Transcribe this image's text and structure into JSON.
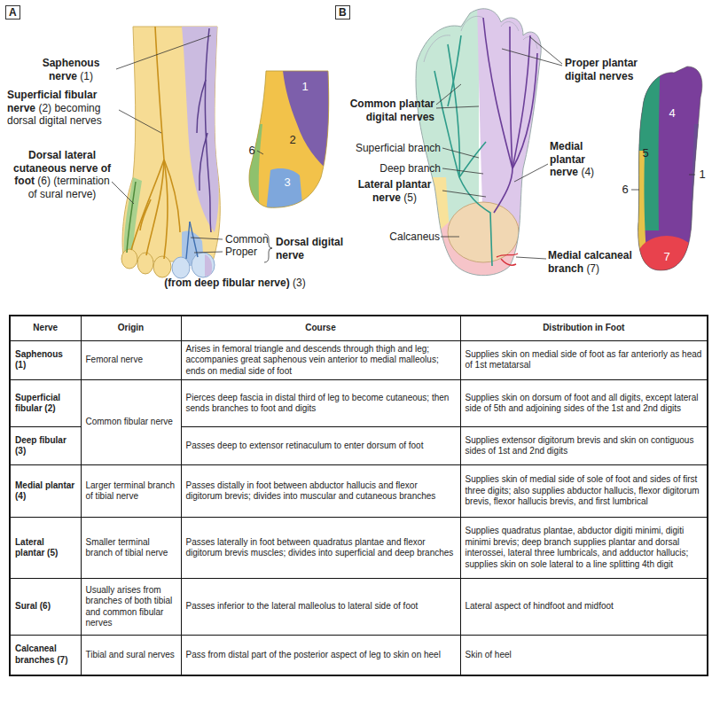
{
  "diagram": {
    "nodes": [
      {
        "text": [
          "A"
        ]
      },
      {
        "text": [
          "B"
        ]
      }
    ],
    "labels": [
      "Saphenous nerve",
      "(1)",
      "Superficial fibular nerve",
      "(2) becoming dorsal digital nerves",
      "Dorsal lateral cutaneous nerve of foot",
      "(6) (termination of sural nerve)",
      "1",
      "2",
      "3",
      "6",
      "Common",
      "Proper",
      "Dorsal digital nerve",
      "(from deep fibular nerve)",
      "(3)",
      "Proper plantar digital nerves",
      "Common plantar digital nerves",
      "Superficial branch",
      "Deep branch",
      "Lateral plantar nerve",
      "(5)",
      "Medial plantar nerve",
      "(4)",
      "Calcaneus",
      "Medial calcaneal branch",
      "(7)",
      "4",
      "5",
      "1",
      "6",
      "7",
      "Nerve",
      "Origin",
      "Course",
      "Distribution in Foot",
      "Saphenous (1)",
      "Femoral nerve",
      "Arises in femoral triangle and descends through thigh and leg; accompanies great saphenous vein anterior to medial malleolus; ends on medial side of foot",
      "Supplies skin on medial side of foot as far anteriorly as head of 1st metatarsal",
      "Superficial fibular (2)",
      "Common fibular nerve",
      "Pierces deep fascia in distal third of leg to become cutaneous; then sends branches to foot and digits",
      "Supplies skin on dorsum of foot and all digits, except lateral side of 5th and adjoining sides of the 1st and 2nd digits",
      "Deep fibular (3)",
      "Passes deep to extensor retinaculum to enter dorsum of foot",
      "Supplies extensor digitorum brevis and skin on contiguous sides of 1st and 2nd digits",
      "Medial plantar (4)",
      "Larger terminal branch of tibial nerve",
      "Passes distally in foot between abductor hallucis and flexor digitorum brevis; divides into muscular and cutaneous branches",
      "Supplies skin of medial side of sole of foot and sides of first three digits; also supplies abductor hallucis, flexor digitorum brevis, flexor hallucis brevis, and first lumbrical",
      "Lateral plantar (5)",
      "Smaller terminal branch of tibial nerve",
      "Passes laterally in foot between quadratus plantae and flexor digitorum brevis muscles; divides into superficial and deep branches",
      "Supplies quadratus plantae, abductor digiti minimi, digiti minimi brevis; deep branch supplies plantar and dorsal interossei, lateral three lumbricals, and adductor hallucis; supplies skin on sole lateral to a line splitting 4th digit",
      "Sural (6)",
      "Usually arises from branches of both tibial and common fibular nerves",
      "Passes inferior to the lateral malleolus to lateral side of foot",
      "Lateral aspect of hindfoot and midfoot",
      "Calcaneal branches (7)",
      "Tibial and sural nerves",
      "Pass from distal part of the posterior aspect of leg to skin on heel",
      "Skin of heel"
    ]
  }
}
